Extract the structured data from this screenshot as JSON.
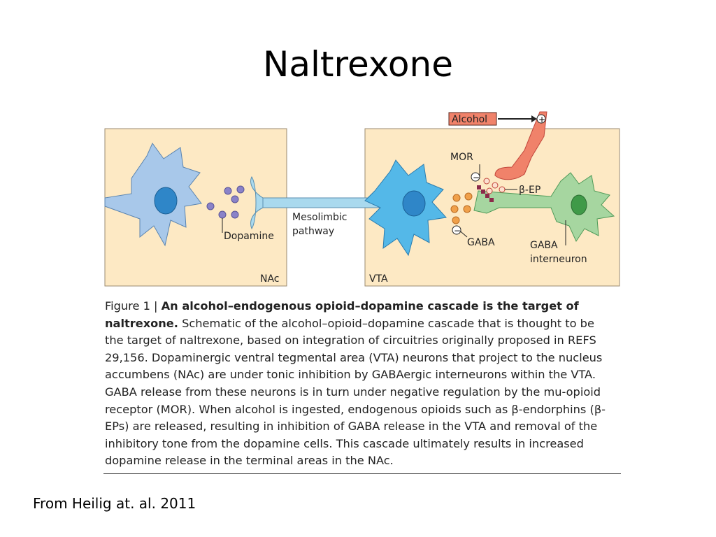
{
  "slide": {
    "title": "Naltrexone",
    "citation": "From Heilig at. al. 2011"
  },
  "diagram": {
    "labels": {
      "alcohol": "Alcohol",
      "plus": "+",
      "mor": "MOR",
      "beta_ep": "β-EP",
      "gaba_left": "GABA",
      "gaba_interneuron_1": "GABA",
      "gaba_interneuron_2": "interneuron",
      "dopamine": "Dopamine",
      "mesolimbic_1": "Mesolimbic",
      "mesolimbic_2": "pathway",
      "nac": "NAc",
      "vta": "VTA",
      "minus": "−"
    }
  },
  "caption": {
    "figure_label": "Figure 1 |",
    "bold_title": "An alcohol–endogenous opioid–dopamine cascade is the target of naltrexone.",
    "body": "Schematic of the alcohol–opioid–dopamine cascade that is thought to be the target of naltrexone, based on integration of circuitries originally proposed in REFS 29,156. Dopaminergic ventral tegmental area (VTA) neurons that project to the nucleus accumbens (NAc) are under tonic inhibition by GABAergic interneurons within the VTA. GABA release from these neurons is in turn under negative regulation by the mu-opioid receptor (MOR). When alcohol is ingested, endogenous opioids such as β-endorphins (β-EPs) are released, resulting in inhibition of GABA release in the VTA and removal of the inhibitory tone from the dopamine cells. This cascade ultimately results in increased dopamine release in the terminal areas in the NAc."
  }
}
